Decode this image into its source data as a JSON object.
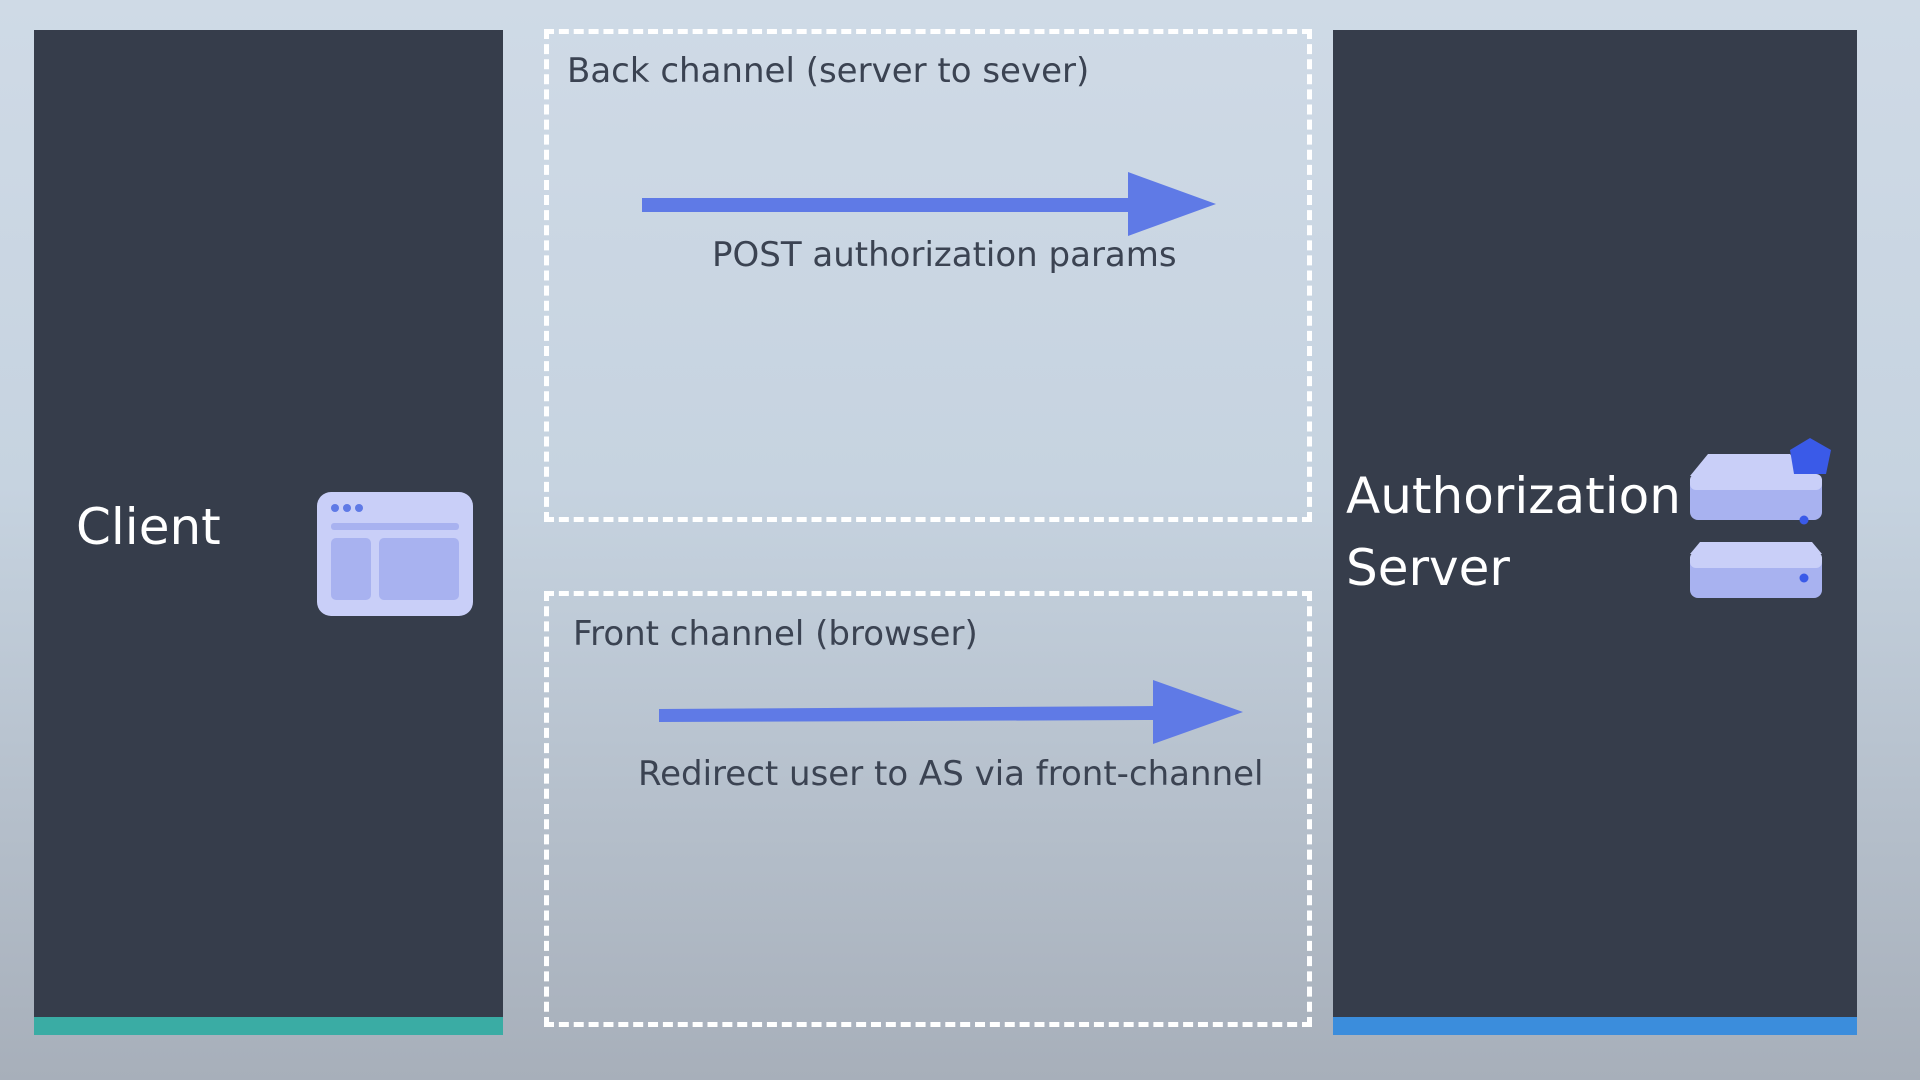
{
  "client": {
    "label": "Client",
    "accent_color": "#3aaca4",
    "icon": "browser-window-icon"
  },
  "server": {
    "label_line1": "Authorization",
    "label_line2": "Server",
    "accent_color": "#3b8ddc",
    "icon": "server-stack-icon"
  },
  "back_channel": {
    "title": "Back channel (server to sever)",
    "arrow_label": "POST authorization params"
  },
  "front_channel": {
    "title": "Front channel (browser)",
    "arrow_label": "Redirect user to AS via front-channel"
  },
  "colors": {
    "panel": "#363d4b",
    "arrow": "#5f7ae6",
    "icon_fill": "#c9cff8",
    "icon_dark": "#a8b2f0",
    "badge": "#3a5ae8"
  }
}
